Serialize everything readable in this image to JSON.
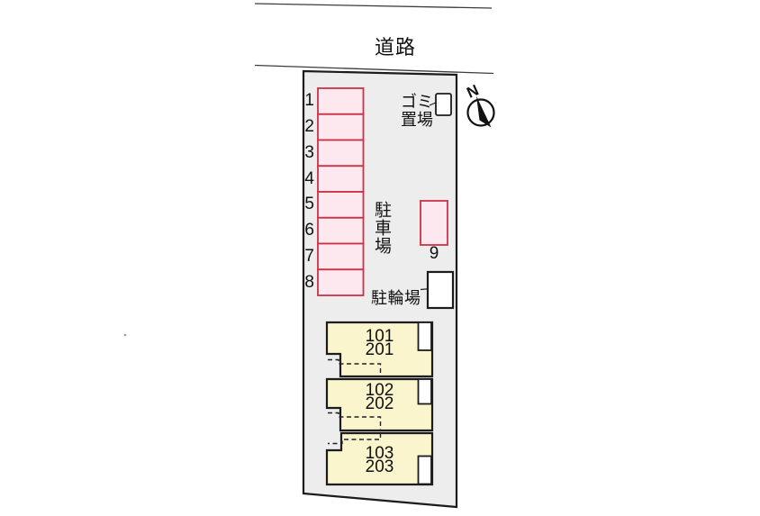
{
  "road": {
    "label": "道路"
  },
  "site": {
    "parking": {
      "area_label": "駐車場",
      "stall_numbers": [
        "1",
        "2",
        "3",
        "4",
        "5",
        "6",
        "7",
        "8"
      ],
      "stall_9_number": "9"
    },
    "garbage_area": {
      "label": "ゴミ\n置場"
    },
    "bicycle_area": {
      "label": "駐輪場"
    },
    "compass": {
      "north_label": "N"
    },
    "buildings": [
      {
        "unit_numbers": "101\n201"
      },
      {
        "unit_numbers": "102\n202"
      },
      {
        "unit_numbers": "103\n203"
      }
    ]
  },
  "colors": {
    "stall_fill": "#fce8ee",
    "stall_stroke": "#cc3247",
    "building_fill": "#faf5cd",
    "site_fill": "#ededed",
    "outline": "#1c1c1c",
    "road_line": "#3c3c3c",
    "white": "#ffffff"
  }
}
